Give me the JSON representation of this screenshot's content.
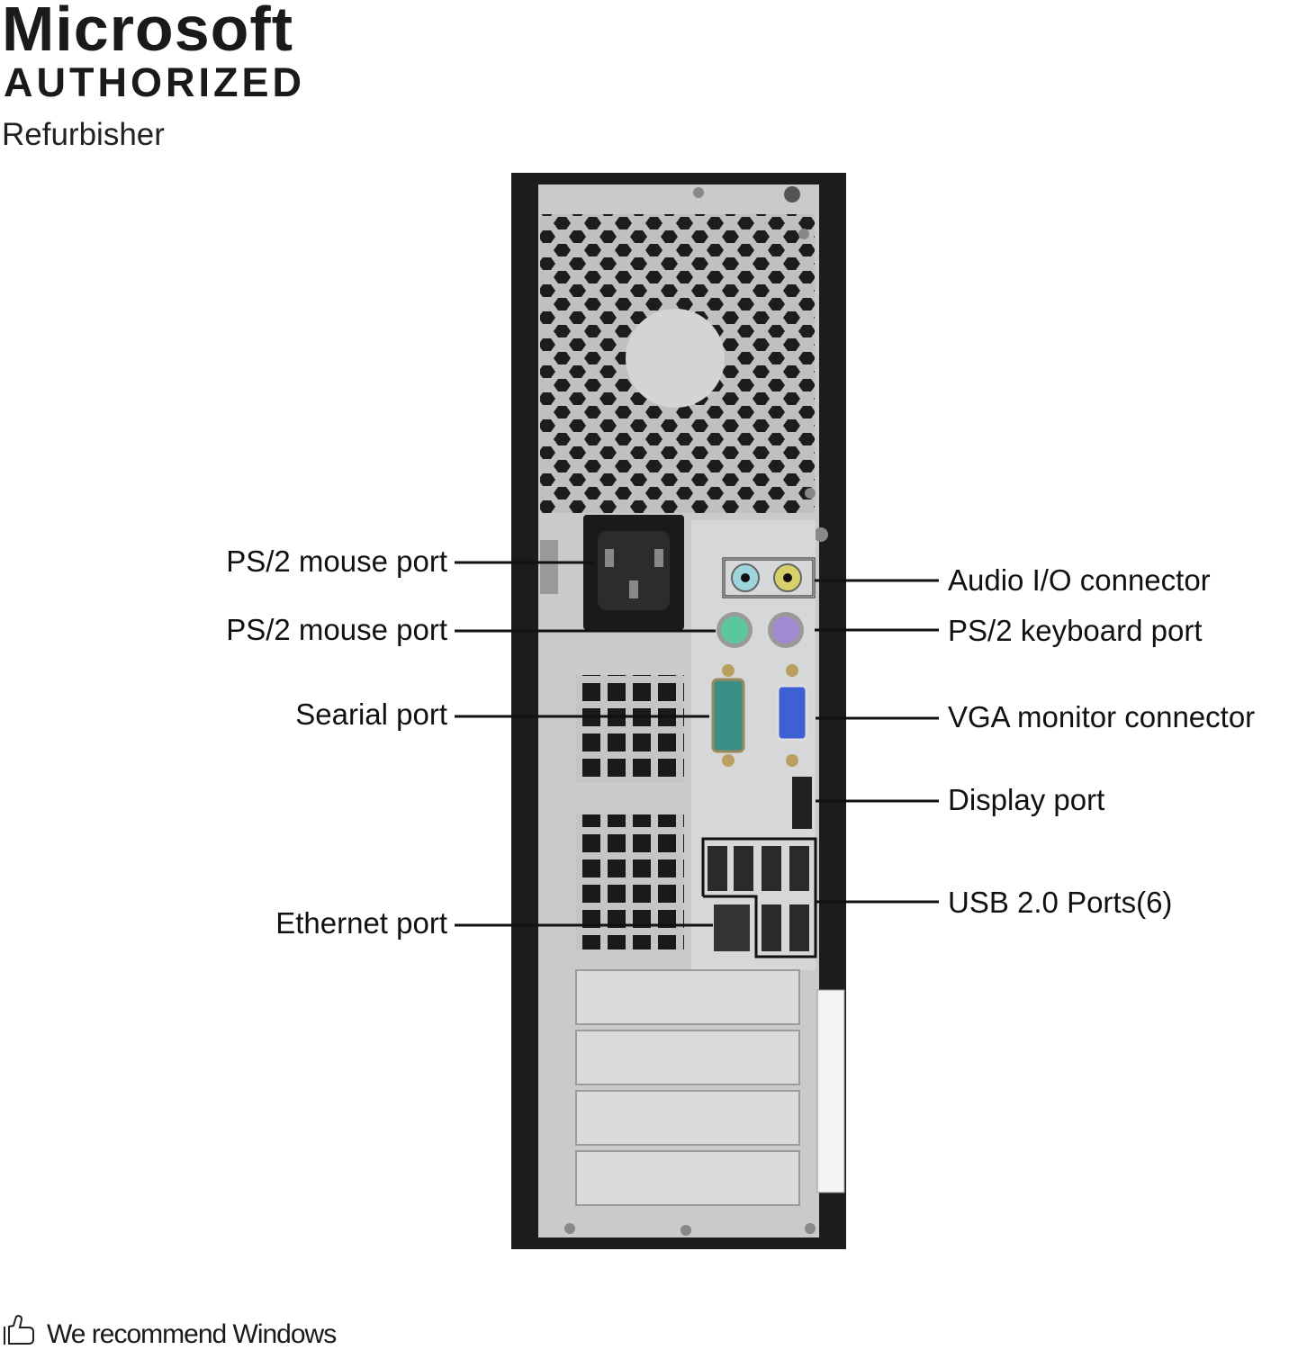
{
  "badge": {
    "line1": "Microsoft",
    "line2": "AUTHORIZED",
    "line3": "Refurbisher"
  },
  "labels_left": [
    {
      "text": "PS/2 mouse port"
    },
    {
      "text": "PS/2 mouse port"
    },
    {
      "text": "Searial port"
    },
    {
      "text": "Ethernet port"
    }
  ],
  "labels_right": [
    {
      "text": "Audio I/O connector"
    },
    {
      "text": "PS/2 keyboard port"
    },
    {
      "text": "VGA monitor connector"
    },
    {
      "text": "Display port"
    },
    {
      "text": "USB 2.0 Ports(6)"
    }
  ],
  "footer": {
    "text": "We recommend Windows",
    "icon": "thumbs-up-icon"
  },
  "colors": {
    "case": "#1c1c1c",
    "panel": "#c9cacb",
    "audio_in": "#9fd6dc",
    "audio_out": "#d8d06a",
    "ps2_mouse": "#5cc79a",
    "ps2_keyboard": "#a08ad0",
    "serial": "#3b8f86",
    "vga": "#3f5fd6"
  }
}
